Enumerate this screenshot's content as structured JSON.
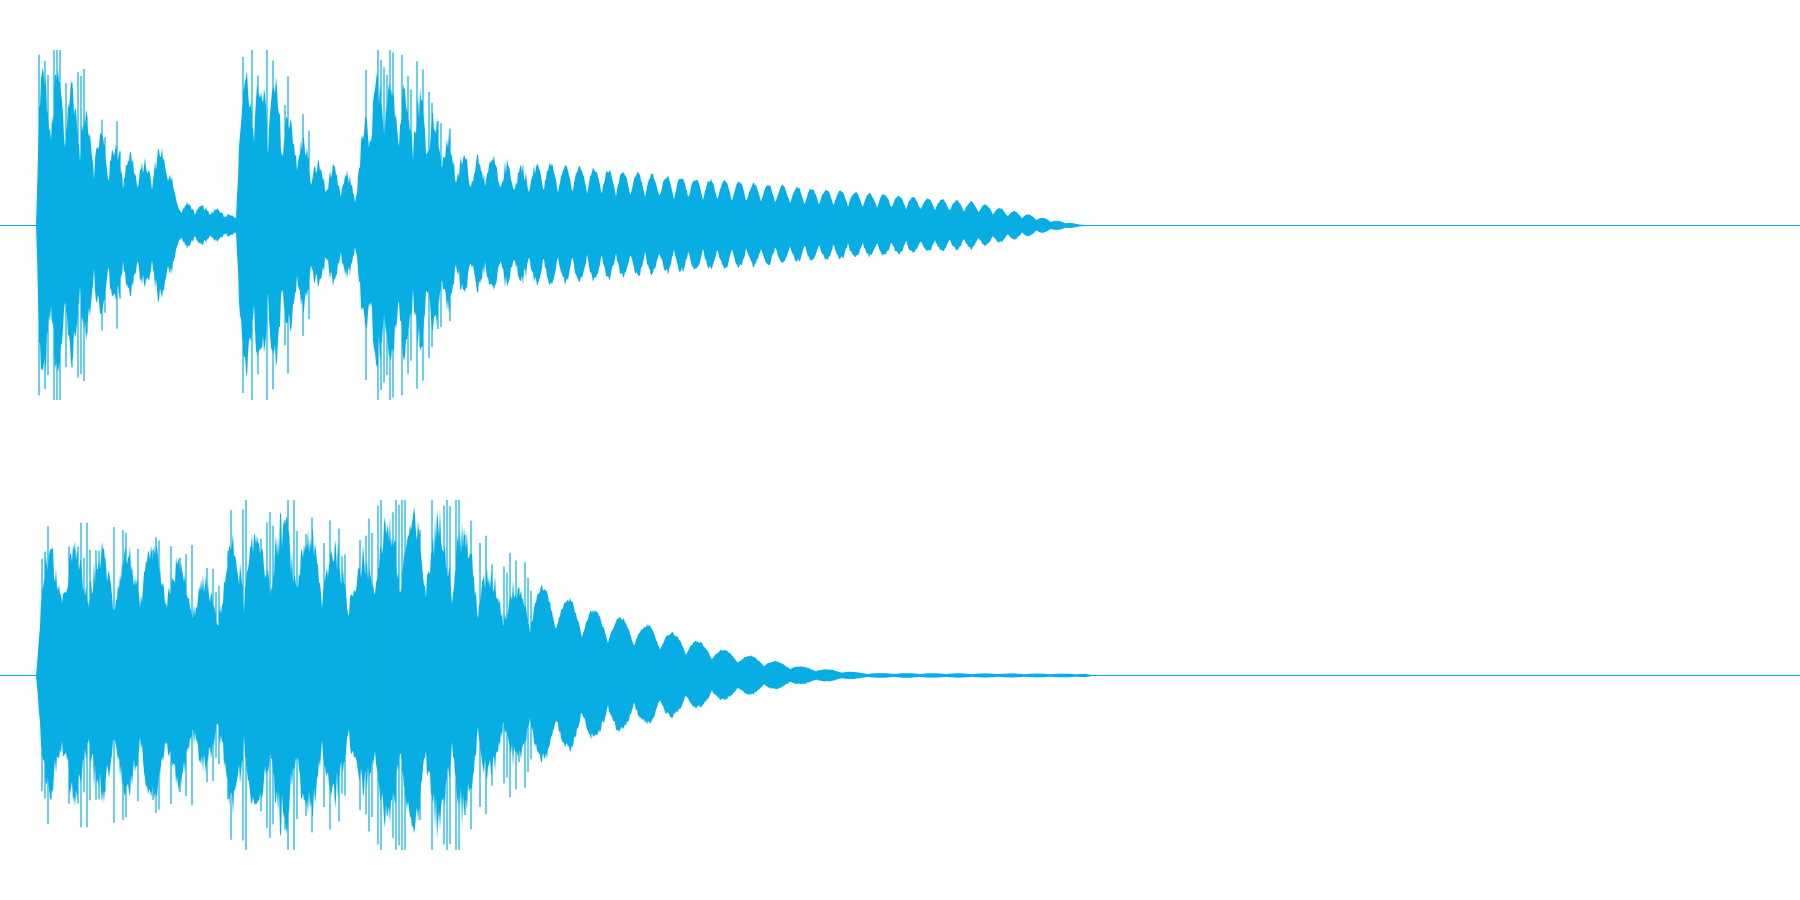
{
  "colors": {
    "background": "#ffffff",
    "waveform": "#08aee3",
    "center_line": "#08aee3"
  },
  "channels": [
    {
      "name": "",
      "envelope": [
        {
          "t": 0.0,
          "a": 0.0
        },
        {
          "t": 0.002,
          "a": 0.98
        },
        {
          "t": 0.02,
          "a": 0.96
        },
        {
          "t": 0.04,
          "a": 0.6
        },
        {
          "t": 0.07,
          "a": 0.4
        },
        {
          "t": 0.083,
          "a": 0.55
        },
        {
          "t": 0.09,
          "a": 0.15
        },
        {
          "t": 0.12,
          "a": 0.1
        },
        {
          "t": 0.128,
          "a": 0.05
        },
        {
          "t": 0.13,
          "a": 0.98
        },
        {
          "t": 0.15,
          "a": 0.95
        },
        {
          "t": 0.18,
          "a": 0.4
        },
        {
          "t": 0.205,
          "a": 0.3
        },
        {
          "t": 0.212,
          "a": 0.85
        },
        {
          "t": 0.225,
          "a": 1.0
        },
        {
          "t": 0.25,
          "a": 0.8
        },
        {
          "t": 0.27,
          "a": 0.45
        },
        {
          "t": 0.285,
          "a": 0.45
        },
        {
          "t": 0.3,
          "a": 0.4
        },
        {
          "t": 0.4,
          "a": 0.3
        },
        {
          "t": 0.5,
          "a": 0.22
        },
        {
          "t": 0.6,
          "a": 0.14
        },
        {
          "t": 0.65,
          "a": 0.03
        },
        {
          "t": 0.67,
          "a": 0.0
        },
        {
          "t": 1.0,
          "a": 0.0
        }
      ]
    },
    {
      "name": "",
      "envelope": [
        {
          "t": 0.0,
          "a": 0.0
        },
        {
          "t": 0.004,
          "a": 0.7
        },
        {
          "t": 0.01,
          "a": 0.8
        },
        {
          "t": 0.08,
          "a": 0.8
        },
        {
          "t": 0.1,
          "a": 0.65
        },
        {
          "t": 0.115,
          "a": 0.55
        },
        {
          "t": 0.125,
          "a": 0.85
        },
        {
          "t": 0.16,
          "a": 1.0
        },
        {
          "t": 0.19,
          "a": 0.85
        },
        {
          "t": 0.205,
          "a": 0.7
        },
        {
          "t": 0.22,
          "a": 1.0
        },
        {
          "t": 0.27,
          "a": 1.0
        },
        {
          "t": 0.29,
          "a": 0.65
        },
        {
          "t": 0.32,
          "a": 0.55
        },
        {
          "t": 0.36,
          "a": 0.38
        },
        {
          "t": 0.4,
          "a": 0.28
        },
        {
          "t": 0.44,
          "a": 0.15
        },
        {
          "t": 0.49,
          "a": 0.05
        },
        {
          "t": 0.53,
          "a": 0.012
        },
        {
          "t": 0.67,
          "a": 0.008
        },
        {
          "t": 0.675,
          "a": 0.0
        },
        {
          "t": 1.0,
          "a": 0.0
        }
      ]
    }
  ],
  "icons": []
}
